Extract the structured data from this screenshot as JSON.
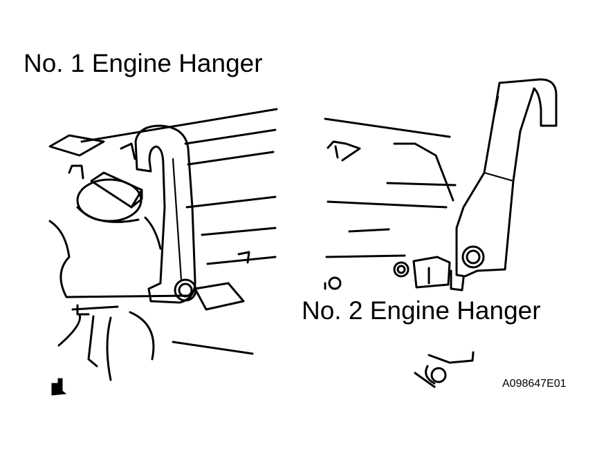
{
  "labels": {
    "hanger1": "No. 1 Engine Hanger",
    "hanger2": "No. 2 Engine Hanger",
    "figure_code": "A098647E01"
  },
  "colors": {
    "line": "#000000",
    "background": "#ffffff"
  }
}
